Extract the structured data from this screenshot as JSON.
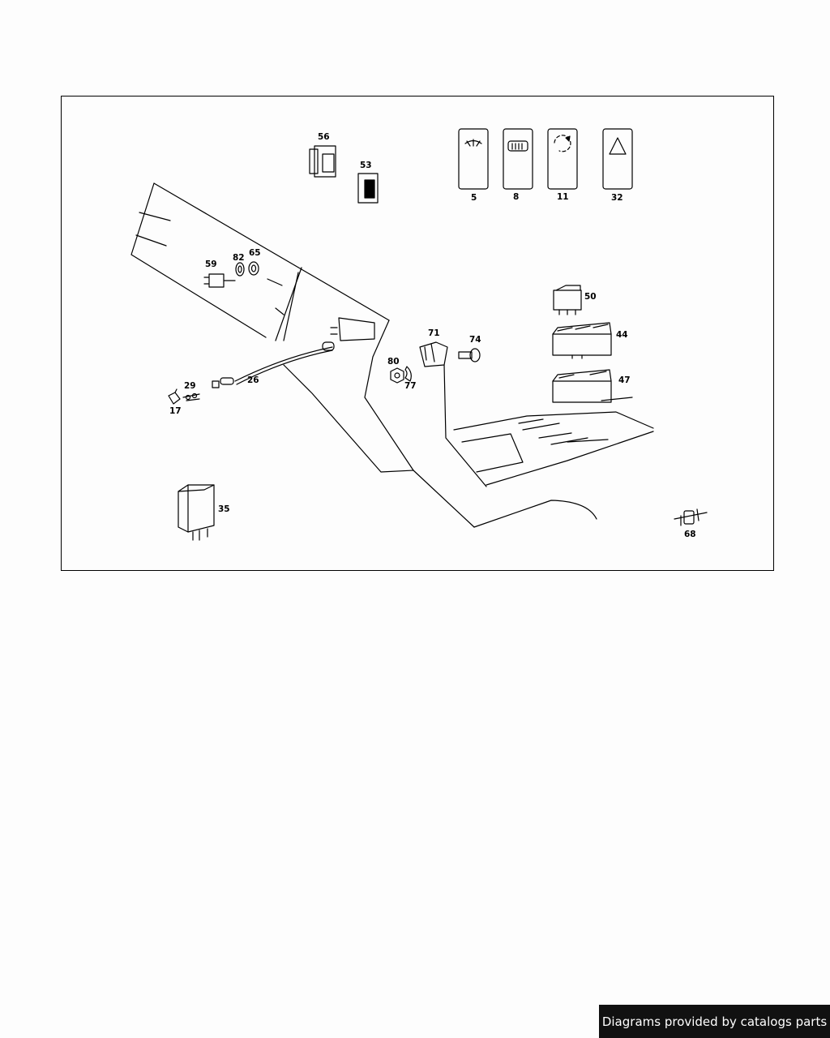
{
  "credit": "Diagrams provided by catalogs parts",
  "part_labels": [
    "56",
    "53",
    "5",
    "8",
    "11",
    "32",
    "59",
    "82",
    "65",
    "50",
    "44",
    "47",
    "71",
    "74",
    "80",
    "77",
    "26",
    "29",
    "17",
    "35",
    "68"
  ],
  "legend_buttons": [
    {
      "number": "5",
      "icon": "dome-light-icon"
    },
    {
      "number": "8",
      "icon": "rear-defrost-icon"
    },
    {
      "number": "11",
      "icon": "recirculation-icon"
    },
    {
      "number": "32",
      "icon": "hazard-triangle-icon"
    }
  ]
}
